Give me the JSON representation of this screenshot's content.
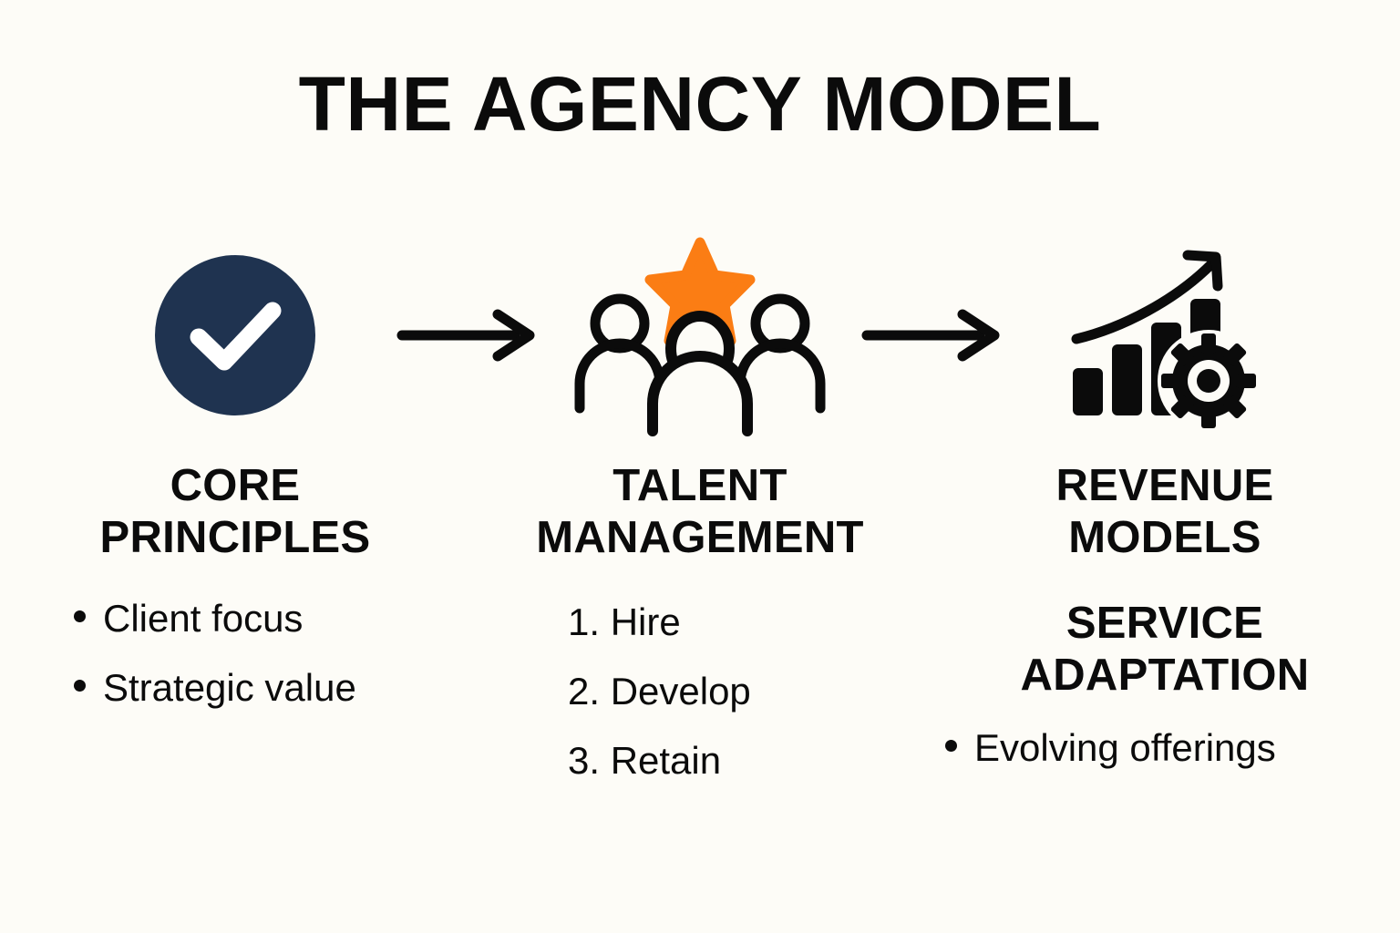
{
  "title": "THE AGENCY MODEL",
  "theme": {
    "background": "#fdfcf7",
    "ink": "#0b0b0b",
    "navy": "#1f3350",
    "orange": "#fb7d14",
    "check_white": "#ffffff"
  },
  "icons": {
    "step1": "check-circle-icon",
    "arrow1": "arrow-right-icon",
    "step2": "people-group-star-icon",
    "arrow2": "arrow-right-icon",
    "step3": "growth-chart-gear-icon"
  },
  "columns": [
    {
      "id": "core-principles",
      "heading_lines": [
        "CORE",
        "PRINCIPLES"
      ],
      "list_type": "bullet",
      "items": [
        "Client focus",
        "Strategic value"
      ]
    },
    {
      "id": "talent-management",
      "heading_lines": [
        "TALENT",
        "MANAGEMENT"
      ],
      "list_type": "numbered",
      "items": [
        "1. Hire",
        "2. Develop",
        "3. Retain"
      ]
    },
    {
      "id": "revenue-models",
      "heading_lines": [
        "REVENUE",
        "MODELS"
      ],
      "sub_heading_lines": [
        "SERVICE",
        "ADAPTATION"
      ],
      "list_type": "bullet",
      "items": [
        "Evolving offerings"
      ]
    }
  ]
}
